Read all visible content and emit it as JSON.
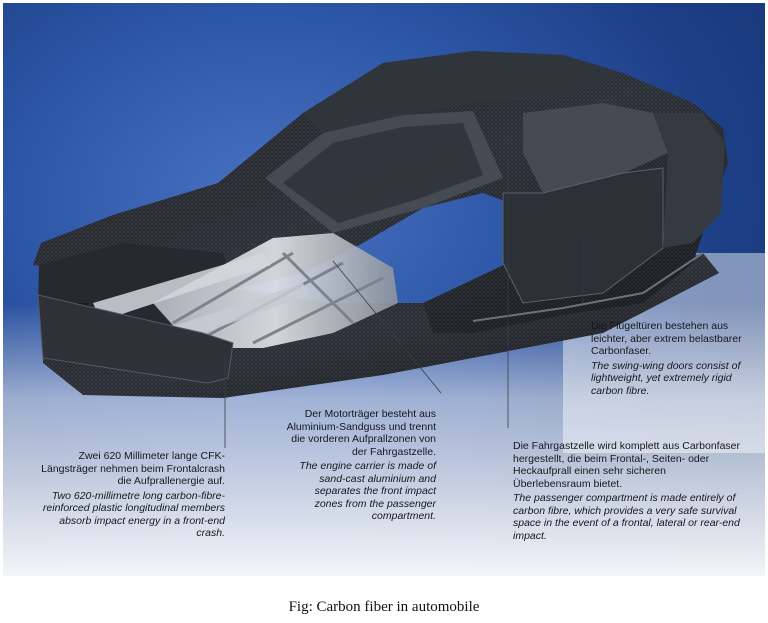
{
  "annotations": {
    "doors": {
      "de": "Die Flügeltüren bestehen aus leichter, aber extrem belastbarer Carbonfaser.",
      "en": "The swing-wing doors consist of lightweight, yet extremely rigid carbon fibre."
    },
    "engine_carrier": {
      "de": "Der Motorträger besteht aus Aluminium-Sandguss und trennt die vorderen Aufprallzonen von der Fahrgastzelle.",
      "en": "The engine carrier is made of sand-cast aluminium and separates the front impact zones from the passenger compartment."
    },
    "longitudinal_members": {
      "de": "Zwei 620 Millimeter lange CFK-Längsträger nehmen beim Frontalcrash die Aufprallenergie auf.",
      "en": "Two 620-millimetre long carbon-fibre-reinforced plastic longitudinal members absorb impact energy in a front-end crash."
    },
    "passenger_cell": {
      "de": "Die Fahrgastzelle wird komplett aus Carbonfaser hergestellt, die beim Frontal-, Seiten- oder Heckaufprall einen sehr sicheren Überlebensraum bietet.",
      "en": "The passenger compartment is made entirely of carbon fibre, which provides a very safe survival space in the event of a frontal, lateral or rear-end impact."
    }
  },
  "caption": "Fig: Carbon fiber in automobile"
}
